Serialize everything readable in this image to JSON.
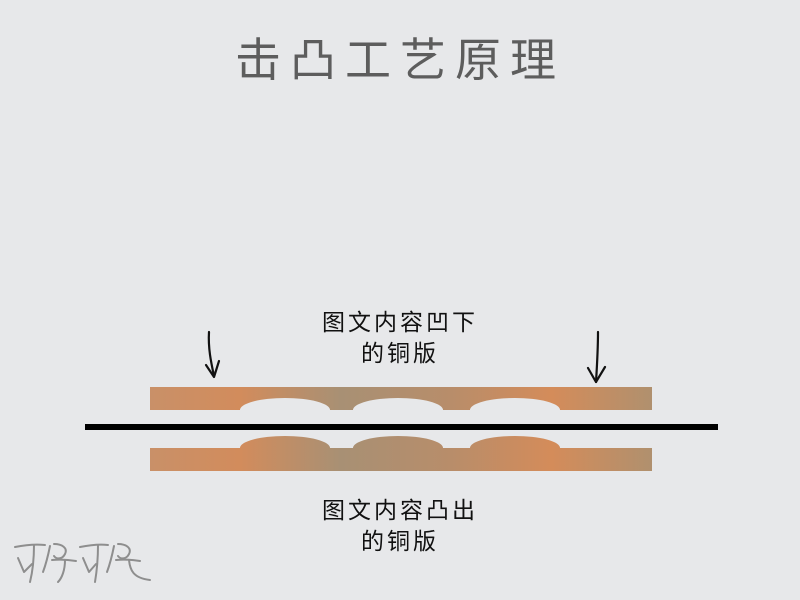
{
  "title": "击凸工艺原理",
  "top_plate": {
    "caption_line1": "图文内容凹下",
    "caption_line2": "的铜版"
  },
  "bottom_plate": {
    "caption_line1": "图文内容凸出",
    "caption_line2": "的铜版"
  },
  "watermark": {
    "text": "可得可得"
  },
  "colors": {
    "background": "#e7e8ea",
    "copper_light": "#d28c5c",
    "copper_muted": "#a88f72",
    "paper_line": "#000000",
    "title": "#5d5d5d"
  },
  "icons": [
    "arrow-down-icon",
    "arrow-down-icon"
  ]
}
